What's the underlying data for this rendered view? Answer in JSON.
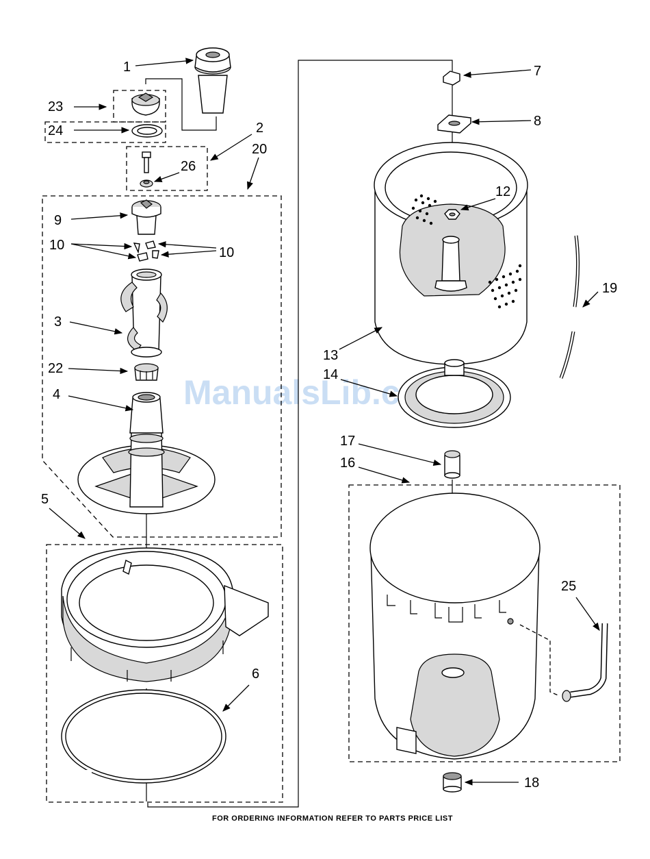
{
  "callouts": [
    {
      "id": "1",
      "text": "1"
    },
    {
      "id": "2",
      "text": "2"
    },
    {
      "id": "3",
      "text": "3"
    },
    {
      "id": "4",
      "text": "4"
    },
    {
      "id": "5",
      "text": "5"
    },
    {
      "id": "6",
      "text": "6"
    },
    {
      "id": "7",
      "text": "7"
    },
    {
      "id": "8",
      "text": "8"
    },
    {
      "id": "9",
      "text": "9"
    },
    {
      "id": "10a",
      "text": "10"
    },
    {
      "id": "10b",
      "text": "10"
    },
    {
      "id": "12",
      "text": "12"
    },
    {
      "id": "13",
      "text": "13"
    },
    {
      "id": "14",
      "text": "14"
    },
    {
      "id": "16",
      "text": "16"
    },
    {
      "id": "17",
      "text": "17"
    },
    {
      "id": "18",
      "text": "18"
    },
    {
      "id": "19",
      "text": "19"
    },
    {
      "id": "20",
      "text": "20"
    },
    {
      "id": "22",
      "text": "22"
    },
    {
      "id": "23",
      "text": "23"
    },
    {
      "id": "24",
      "text": "24"
    },
    {
      "id": "25",
      "text": "25"
    },
    {
      "id": "26",
      "text": "26"
    }
  ],
  "footer_note": "FOR ORDERING INFORMATION REFER TO PARTS PRICE LIST",
  "watermark": "ManualsLib.com"
}
